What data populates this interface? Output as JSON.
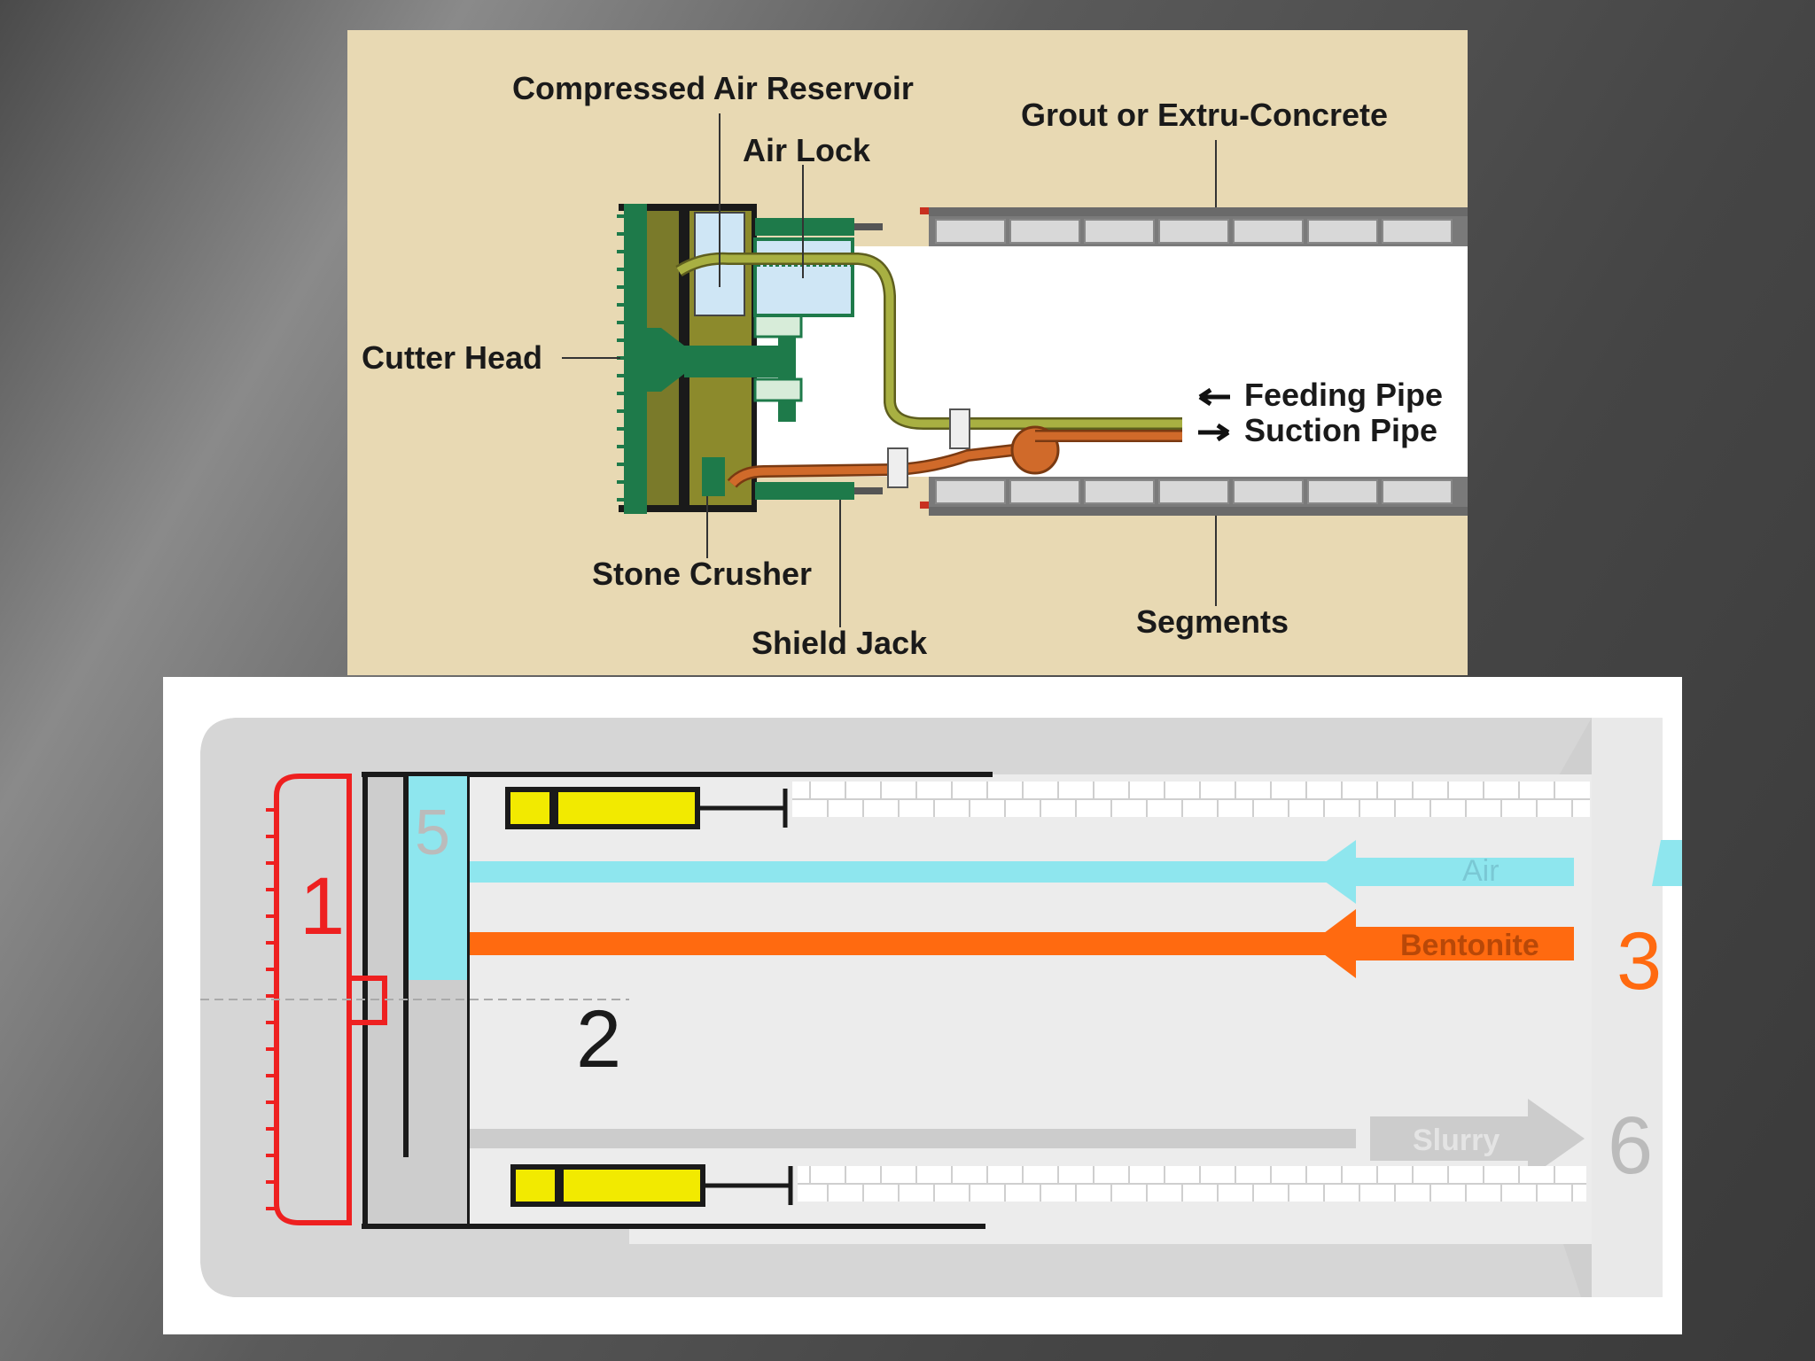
{
  "top_diagram": {
    "labels": {
      "compressed_air_reservoir": "Compressed Air Reservoir",
      "air_lock": "Air Lock",
      "grout": "Grout or Extru-Concrete",
      "cutter_head": "Cutter Head",
      "feeding_pipe": "Feeding Pipe",
      "suction_pipe": "Suction Pipe",
      "stone_crusher": "Stone Crusher",
      "shield_jack": "Shield Jack",
      "segments": "Segments"
    },
    "colors": {
      "background": "#e8d9b3",
      "shield_green": "#1e7a4a",
      "olive": "#7a7a2a",
      "feeding_pipe": "#a8b042",
      "suction_pipe": "#d06a2a",
      "reservoir_blue": "#cfe6f5",
      "segment_gray": "#cfcfcf"
    }
  },
  "bottom_diagram": {
    "numbers": {
      "n1": "1",
      "n2": "2",
      "n3": "3",
      "n5": "5",
      "n6": "6"
    },
    "arrows": {
      "air": "Air",
      "bentonite": "Bentonite",
      "slurry": "Slurry"
    },
    "colors": {
      "cutter_red": "#ee2020",
      "air_cyan": "#8ee6ee",
      "bentonite_orange": "#ff6a10",
      "jack_yellow": "#f2ea00",
      "slurry_gray": "#cccccc",
      "chamber_gray": "#d0d0d0"
    }
  }
}
